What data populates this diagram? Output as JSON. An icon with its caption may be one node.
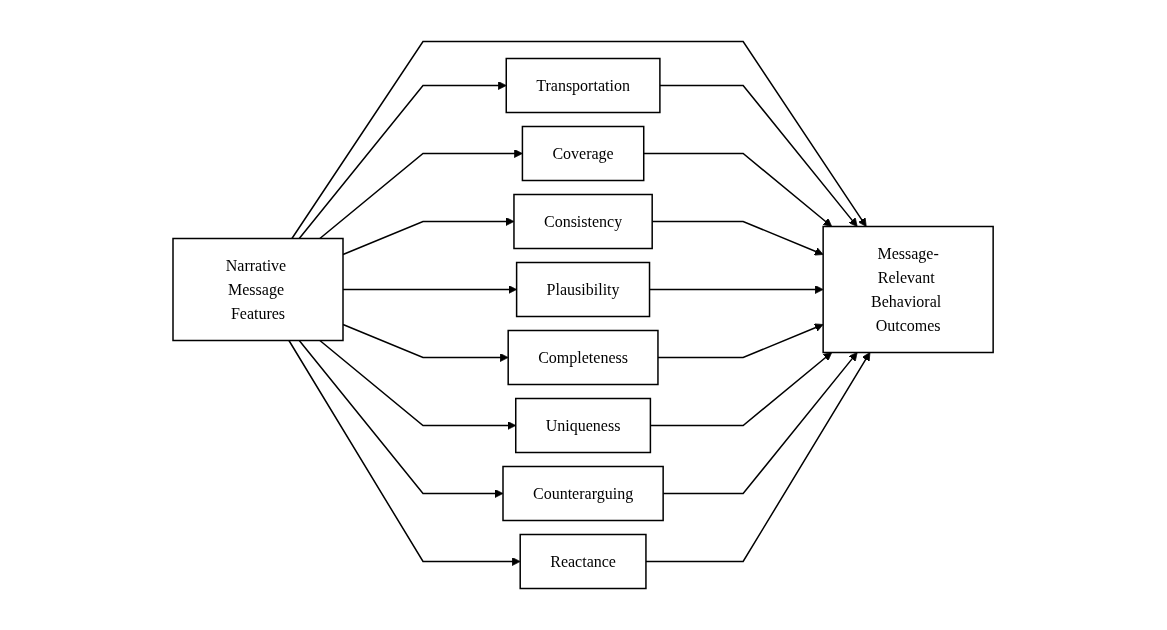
{
  "diagram": {
    "nodes": [
      {
        "text": [
          "Narrative Message Features"
        ]
      },
      {
        "text": [
          "Transportation"
        ]
      },
      {
        "text": [
          "Coverage"
        ]
      },
      {
        "text": [
          "Consistency"
        ]
      },
      {
        "text": [
          "Plausibility"
        ]
      },
      {
        "text": [
          "Completeness"
        ]
      },
      {
        "text": [
          "Uniqueness"
        ]
      },
      {
        "text": [
          "Counterarguing"
        ]
      },
      {
        "text": [
          "Reactance"
        ]
      },
      {
        "text": [
          "Message-Relevant Behavioral Outcomes"
        ]
      }
    ],
    "edges": [
      {
        "from": 0,
        "to": 1,
        "arrow": "to"
      },
      {
        "from": 0,
        "to": 2,
        "arrow": "to"
      },
      {
        "from": 0,
        "to": 3,
        "arrow": "to"
      },
      {
        "from": 0,
        "to": 4,
        "arrow": "to"
      },
      {
        "from": 0,
        "to": 9,
        "arrow": "to"
      },
      {
        "from": 0,
        "to": 5,
        "arrow": "to"
      },
      {
        "from": 0,
        "to": 6,
        "arrow": "to"
      },
      {
        "from": 0,
        "to": 7,
        "arrow": "to"
      },
      {
        "from": 0,
        "to": 8,
        "arrow": "to"
      },
      {
        "from": 1,
        "to": 9,
        "arrow": "to"
      },
      {
        "from": 2,
        "to": 9,
        "arrow": "to"
      },
      {
        "from": 3,
        "to": 9,
        "arrow": "to"
      },
      {
        "from": 4,
        "to": 9,
        "arrow": "to"
      },
      {
        "from": 5,
        "to": 9,
        "arrow": "to"
      },
      {
        "from": 6,
        "to": 9,
        "arrow": "to"
      },
      {
        "from": 7,
        "to": 9,
        "arrow": "to"
      },
      {
        "from": 8,
        "to": 9,
        "arrow": "to"
      }
    ]
  }
}
